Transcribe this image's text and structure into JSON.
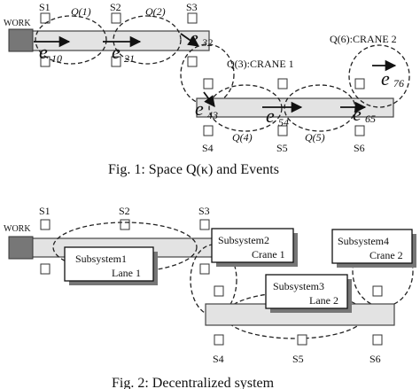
{
  "fig1": {
    "caption_prefix": "Fig. 1:",
    "caption_text": " Space Q(κ) and Events",
    "work_label": "WORK",
    "sensors_top": [
      "S1",
      "S2",
      "S3"
    ],
    "sensors_bottom": [
      "S4",
      "S5",
      "S6"
    ],
    "q_labels": [
      "Q(1)",
      "Q(2)",
      "Q(3):CRANE 1",
      "Q(4)",
      "Q(5)",
      "Q(6):CRANE 2"
    ],
    "events": [
      {
        "base": "e",
        "sub": "10"
      },
      {
        "base": "e",
        "sub": "21"
      },
      {
        "base": "e",
        "sub": "32"
      },
      {
        "base": "e",
        "sub": "43"
      },
      {
        "base": "e",
        "sub": "54"
      },
      {
        "base": "e",
        "sub": "65"
      },
      {
        "base": "e",
        "sub": "76"
      }
    ]
  },
  "fig2": {
    "caption": "Fig. 2: Decentralized system",
    "work_label": "WORK",
    "sensors_top": [
      "S1",
      "S2",
      "S3"
    ],
    "sensors_bottom": [
      "S4",
      "S5",
      "S6"
    ],
    "subsystems": [
      {
        "name": "Subsystem1",
        "detail": "Lane 1"
      },
      {
        "name": "Subsystem2",
        "detail": "Crane 1"
      },
      {
        "name": "Subsystem3",
        "detail": "Lane 2"
      },
      {
        "name": "Subsystem4",
        "detail": "Crane 2"
      }
    ]
  }
}
